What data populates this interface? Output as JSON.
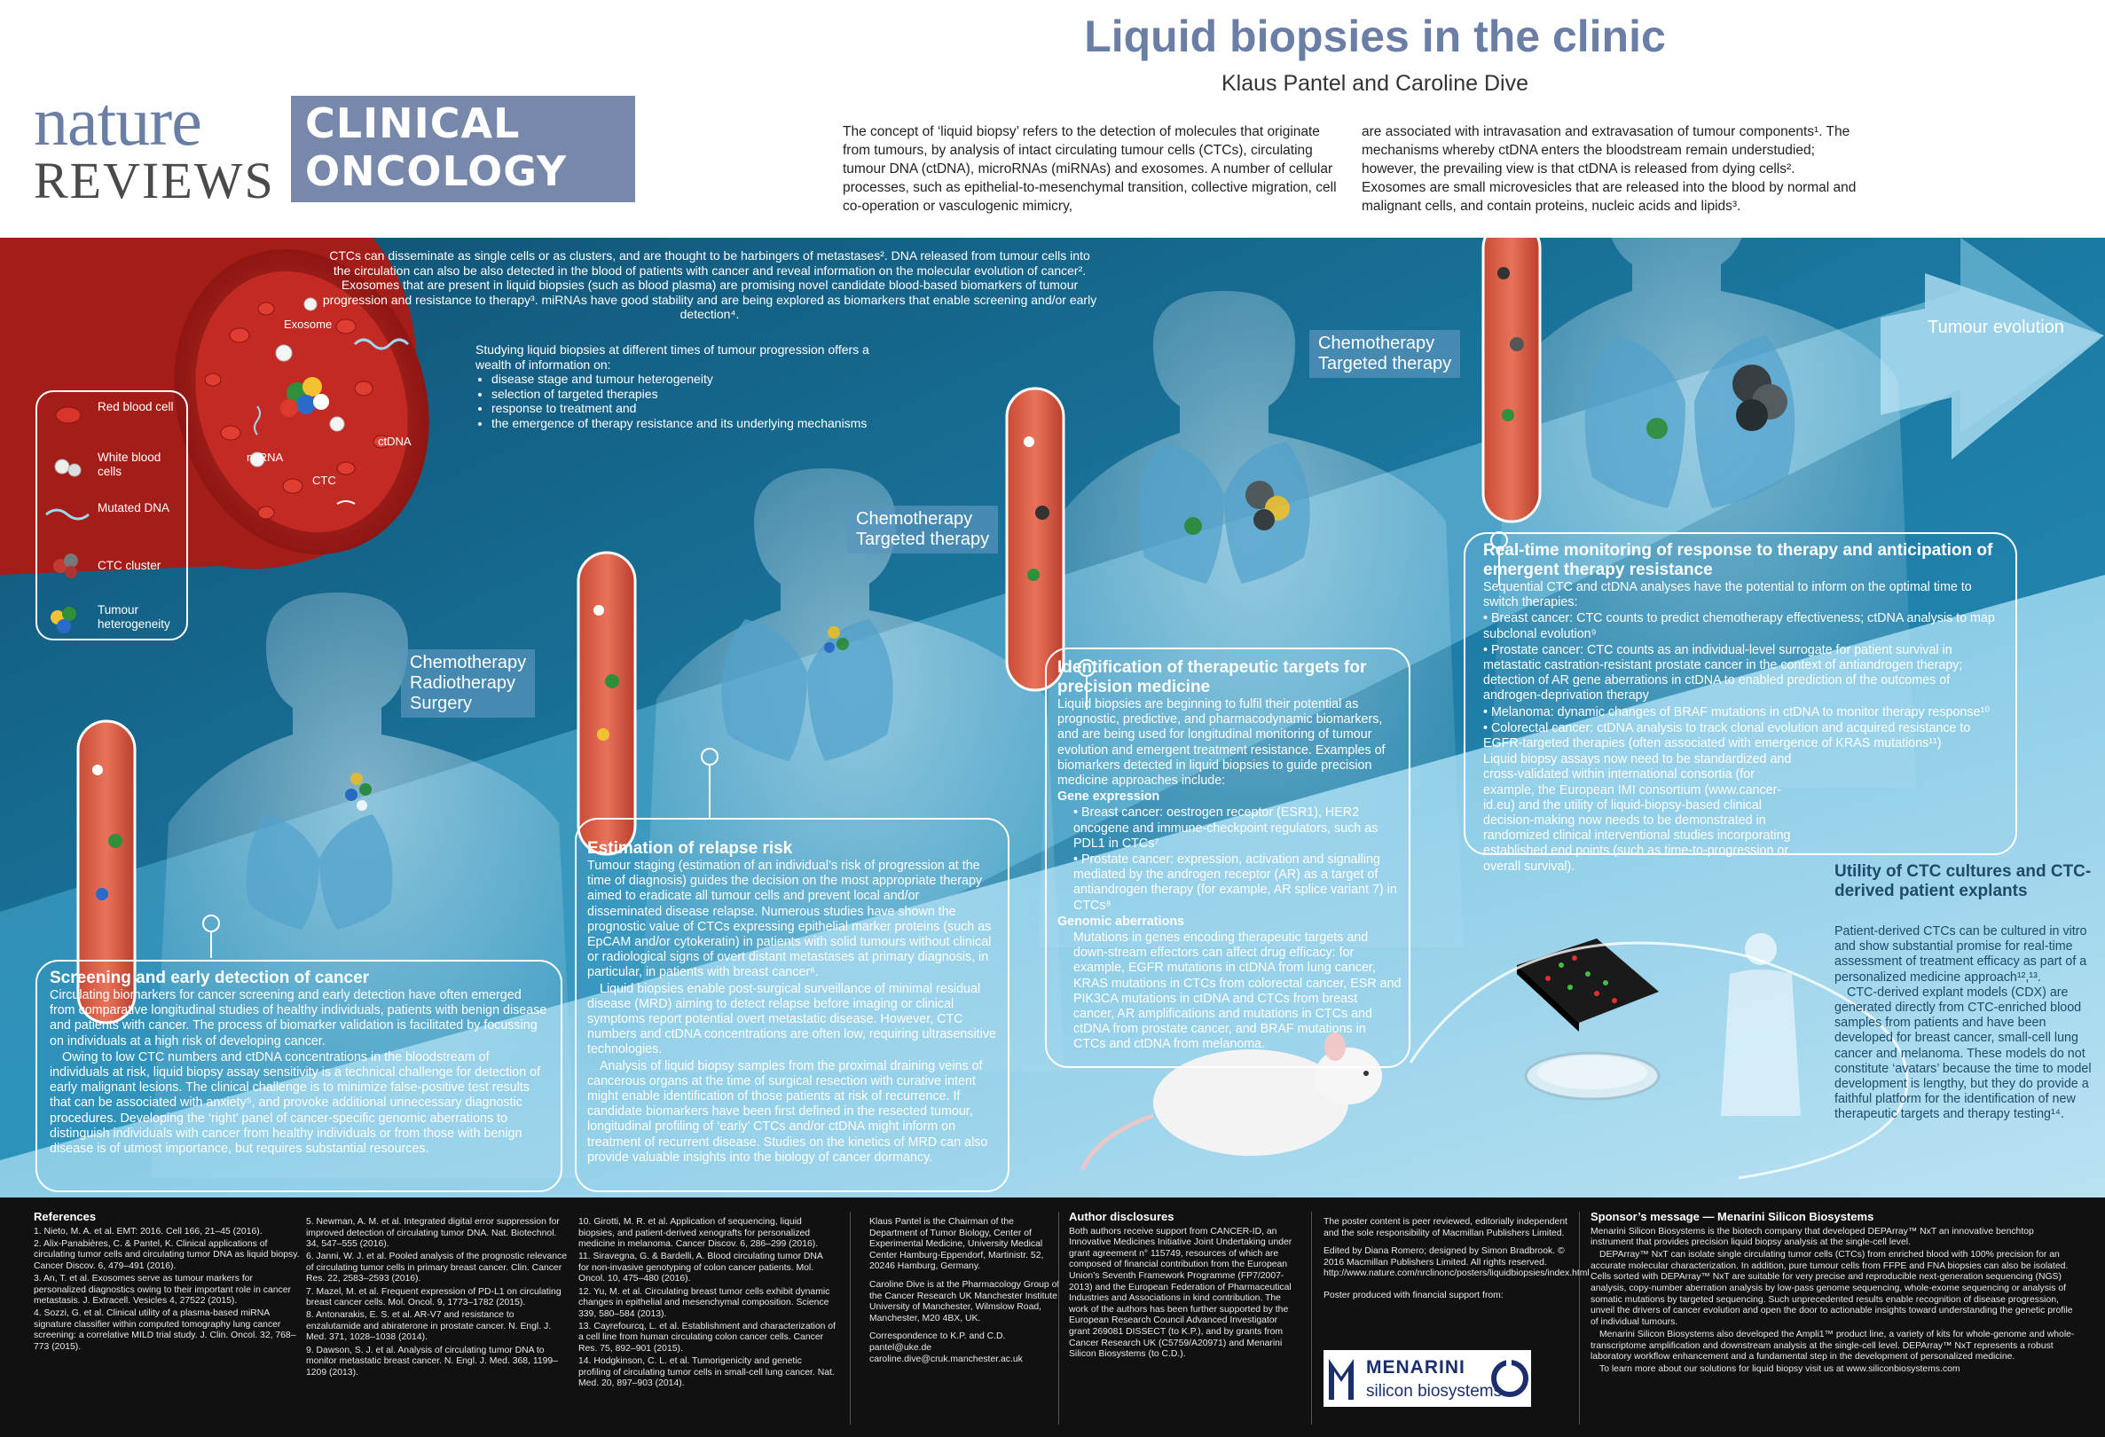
{
  "header": {
    "logo_nature": "nature",
    "logo_reviews": "REVIEWS",
    "logo_clinical": "CLINICAL",
    "logo_oncology": "ONCOLOGY",
    "title": "Liquid biopsies in the clinic",
    "authors": "Klaus Pantel and Caroline Dive",
    "intro_col1": "The concept of ‘liquid biopsy’ refers to the detection of molecules that originate from tumours, by analysis of intact circulating tumour cells (CTCs), circulating tumour DNA (ctDNA), microRNAs (miRNAs) and exosomes. A number of cellular processes, such as epithelial-to-mesenchymal transition, collective migration, cell co-operation or vasculogenic mimicry,",
    "intro_col2": "are associated with intravasation and extravasation of tumour components¹. The mechanisms whereby ctDNA enters the bloodstream remain understudied; however, the prevailing view is that ctDNA is released from dying cells². Exosomes are small microvesicles that are released into the blood by normal and malignant cells, and contain proteins, nucleic acids and lipids³."
  },
  "colors": {
    "brand_blue": "#6b7fa6",
    "teal_dark": "#155a7a",
    "teal_light": "#3a9ec4",
    "vessel_red": "#b8201c",
    "footer_bg": "#111111"
  },
  "vessel": {
    "labels": {
      "exosome": "Exosome",
      "ctdna": "ctDNA",
      "mirna": "miRNA",
      "ctc": "CTC"
    }
  },
  "legend": {
    "items": [
      "Red blood cell",
      "White blood cells",
      "Mutated DNA",
      "CTC cluster",
      "Tumour heterogeneity"
    ]
  },
  "ctc_intro": "CTCs can disseminate as single cells or as clusters, and are thought to be harbingers of metastases². DNA released from tumour cells into the circulation can also be also detected in the blood of patients with cancer and reveal information on the molecular evolution of cancer². Exosomes that are present in liquid biopsies (such as blood plasma) are promising novel candidate blood-based biomarkers of tumour progression and resistance to therapy³. miRNAs have good stability and are being explored as biomarkers that enable screening and/or early detection⁴.",
  "studying": {
    "lead": "Studying liquid biopsies at different times of tumour progression offers a wealth of information on:",
    "items": [
      "disease stage and tumour heterogeneity",
      "selection of targeted therapies",
      "response to treatment and",
      "the emergence of therapy resistance and its underlying mechanisms"
    ]
  },
  "therapy_labels": {
    "t1": [
      "Chemotherapy",
      "Radiotherapy",
      "Surgery"
    ],
    "t2": [
      "Chemotherapy",
      "Targeted therapy"
    ],
    "t3": [
      "Chemotherapy",
      "Targeted therapy"
    ]
  },
  "tumour_evolution": "Tumour evolution",
  "screening": {
    "title": "Screening and early detection of cancer",
    "p1": "Circulating biomarkers for cancer screening and early detection have often emerged from comparative longitudinal studies of healthy individuals, patients with benign disease and patients with cancer. The process of biomarker validation is facilitated by focussing on individuals at a high risk of developing cancer.",
    "p2": "Owing to low CTC numbers and ctDNA concentrations in the bloodstream of individuals at risk, liquid biopsy assay sensitivity is a technical challenge for detection of early malignant lesions. The clinical challenge is to minimize false-positive test results that can be associated with anxiety⁵, and provoke additional unnecessary diagnostic procedures. Developing the ‘right’ panel of cancer-specific genomic aberrations to distinguish individuals with cancer from healthy individuals or from those with benign disease is of utmost importance, but requires substantial resources."
  },
  "relapse": {
    "title": "Estimation of relapse risk",
    "p1": "Tumour staging (estimation of an individual’s risk of progression at the time of diagnosis) guides the decision on the most appropriate therapy aimed to eradicate all tumour cells and prevent local and/or disseminated disease relapse. Numerous studies have shown the prognostic value of CTCs expressing epithelial marker proteins (such as EpCAM and/or cytokeratin) in patients with solid tumours without clinical or radiological signs of overt distant metastases at primary diagnosis, in particular, in patients with breast cancer⁶.",
    "p2": "Liquid biopsies enable post-surgical surveillance of minimal residual disease (MRD) aiming to detect relapse before imaging or clinical symptoms report potential overt metastatic disease. However, CTC numbers and ctDNA concentrations are often low, requiring ultrasensitive technologies.",
    "p3": "Analysis of liquid biopsy samples from the proximal draining veins of cancerous organs at the time of surgical resection with curative intent might enable identification of those patients at risk of recurrence. If candidate biomarkers have been first defined in the resected tumour, longitudinal profiling of ‘early’ CTCs and/or ctDNA might inform on treatment of recurrent disease. Studies on the kinetics of MRD can also provide valuable insights into the biology of cancer dormancy."
  },
  "targets": {
    "title": "Identification of therapeutic targets for precision medicine",
    "p1": "Liquid biopsies are beginning to fulfil their potential as prognostic, predictive, and pharmacodynamic biomarkers, and are being used for longitudinal monitoring of tumour evolution and emergent treatment resistance. Examples of biomarkers detected in liquid biopsies to guide precision medicine approaches include:",
    "h1": "Gene expression",
    "b1": "• Breast cancer: oestrogen receptor (ESR1), HER2 oncogene and immune-checkpoint regulators, such as PDL1 in CTCs⁷",
    "b2": "• Prostate cancer: expression, activation and signalling mediated by the androgen receptor (AR) as a target of antiandrogen therapy (for example, AR splice variant 7) in CTCs⁸",
    "h2": "Genomic aberrations",
    "b3": "Mutations in genes encoding therapeutic targets and down-stream effectors can affect drug efficacy: for example, EGFR mutations in ctDNA from lung cancer, KRAS mutations in CTCs from colorectal cancer, ESR and PIK3CA mutations in ctDNA and CTCs from breast cancer, AR amplifications and mutations in CTCs and ctDNA from prostate cancer, and BRAF mutations in CTCs and ctDNA from melanoma."
  },
  "monitoring": {
    "title": "Real-time monitoring of response to therapy and anticipation of emergent therapy resistance",
    "p1": "Sequential CTC and ctDNA analyses have the potential to inform on the optimal time to switch therapies:",
    "b1": "• Breast cancer: CTC counts to predict chemotherapy effectiveness; ctDNA analysis to map subclonal evolution⁹",
    "b2": "• Prostate cancer: CTC counts as an individual-level surrogate for patient survival in metastatic castration-resistant prostate cancer in the context of antiandrogen therapy; detection of AR gene aberrations in ctDNA to enabled prediction of the outcomes of androgen-deprivation therapy",
    "b3": "• Melanoma: dynamic changes of BRAF mutations in ctDNA to monitor therapy response¹⁰",
    "b4": "• Colorectal cancer: ctDNA analysis to track clonal evolution and acquired resistance to EGFR-targeted therapies (often associated with emergence of KRAS mutations¹¹)",
    "p2": "Liquid biopsy assays now need to be standardized and cross-validated within international consortia (for example, the European IMI consortium (www.cancer-id.eu) and the utility of liquid-biopsy-based clinical decision-making now needs to be demonstrated in randomized clinical interventional studies incorporating established end points (such as time-to-progression or overall survival)."
  },
  "utility": {
    "title": "Utility of CTC cultures and CTC-derived patient explants",
    "p1": "Patient-derived CTCs can be cultured in vitro and show substantial promise for real-time assessment of treatment efficacy as part of a personalized medicine approach¹²,¹³.",
    "p2": "CTC-derived explant models (CDX) are generated directly from CTC-enriched blood samples from patients and have been developed for breast cancer, small-cell lung cancer and melanoma. These models do not constitute ‘avatars’ because the time to model development is lengthy, but they do provide a faithful platform for the identification of new therapeutic targets and therapy testing¹⁴."
  },
  "footer": {
    "refs_head": "References",
    "refs_col1": [
      "1. Nieto, M. A. et al. EMT: 2016. Cell 166, 21–45 (2016).",
      "2. Alix-Panabières, C. & Pantel, K. Clinical applications of circulating tumor cells and circulating tumor DNA as liquid biopsy. Cancer Discov. 6, 479–491 (2016).",
      "3. An, T. et al. Exosomes serve as tumour markers for personalized diagnostics owing to their important role in cancer metastasis. J. Extracell. Vesicles 4, 27522 (2015).",
      "4. Sozzi, G. et al. Clinical utility of a plasma-based miRNA signature classifier within computed tomography lung cancer screening: a correlative MILD trial study. J. Clin. Oncol. 32, 768–773 (2015)."
    ],
    "refs_col2": [
      "5. Newman, A. M. et al. Integrated digital error suppression for improved detection of circulating tumor DNA. Nat. Biotechnol. 34, 547–555 (2016).",
      "6. Janni, W. J. et al. Pooled analysis of the prognostic relevance of circulating tumor cells in primary breast cancer. Clin. Cancer Res. 22, 2583–2593 (2016).",
      "7. Mazel, M. et al. Frequent expression of PD-L1 on circulating breast cancer cells. Mol. Oncol. 9, 1773–1782 (2015).",
      "8. Antonarakis, E. S. et al. AR-V7 and resistance to enzalutamide and abiraterone in prostate cancer. N. Engl. J. Med. 371, 1028–1038 (2014).",
      "9. Dawson, S. J. et al. Analysis of circulating tumor DNA to monitor metastatic breast cancer. N. Engl. J. Med. 368, 1199–1209 (2013)."
    ],
    "refs_col3": [
      "10. Girotti, M. R. et al. Application of sequencing, liquid biopsies, and patient-derived xenografts for personalized medicine in melanoma. Cancer Discov. 6, 286–299 (2016).",
      "11. Siravegna, G. & Bardelli, A. Blood circulating tumor DNA for non-invasive genotyping of colon cancer patients. Mol. Oncol. 10, 475–480 (2016).",
      "12. Yu, M. et al. Circulating breast tumor cells exhibit dynamic changes in epithelial and mesenchymal composition. Science 339, 580–584 (2013).",
      "13. Cayrefourcq, L. et al. Establishment and characterization of a cell line from human circulating colon cancer cells. Cancer Res. 75, 892–901 (2015).",
      "14. Hodgkinson, C. L. et al. Tumorigenicity and genetic profiling of circulating tumor cells in small-cell lung cancer. Nat. Med. 20, 897–903 (2014)."
    ],
    "affil_p1": "Klaus Pantel is the Chairman of the Department of Tumor Biology, Center of Experimental Medicine, University Medical Center Hamburg-Eppendorf, Martinistr. 52, 20246 Hamburg, Germany.",
    "affil_p2": "Caroline Dive is at the Pharmacology Group of the Cancer Research UK Manchester Institute, University of Manchester, Wilmslow Road, Manchester, M20 4BX, UK.",
    "affil_p3": "Correspondence to K.P. and C.D. pantel@uke.de caroline.dive@cruk.manchester.ac.uk",
    "disclosures_head": "Author disclosures",
    "disclosures": "Both authors receive support from CANCER-ID, an Innovative Medicines Initiative Joint Undertaking under grant agreement n° 115749, resources of which are composed of financial contribution from the European Union’s Seventh Framework Programme (FP7/2007-2013) and the European Federation of Pharmaceutical Industries and Associations in kind contribution. The work of the authors has been further supported by the European Research Council Advanced Investigator grant 269081 DISSECT (to K.P.), and by grants from Cancer Research UK (C5759/A20971) and Menarini Silicon Biosystems (to C.D.).",
    "review_p1": "The poster content is peer reviewed, editorially independent and the sole responsibility of Macmillan Publishers Limited.",
    "review_p2": "Edited by Diana Romero; designed by Simon Bradbrook. © 2016 Macmillan Publishers Limited. All rights reserved. http://www.nature.com/nrclinonc/posters/liquidbiopsies/index.html",
    "produced": "Poster produced with financial support from:",
    "menarini_1": "MENARINI",
    "menarini_2": "silicon biosystems",
    "sponsor_head": "Sponsor’s message — Menarini Silicon Biosystems",
    "sponsor_p1": "Menarini Silicon Biosystems is the biotech company that developed DEPArray™ NxT an innovative benchtop instrument that provides precision liquid biopsy analysis at the single-cell level.",
    "sponsor_p2": "DEPArray™ NxT can isolate single circulating tumor cells (CTCs) from enriched blood with 100% precision for an accurate molecular characterization. In addition, pure tumour cells from FFPE and FNA biopsies can also be isolated. Cells sorted with DEPArray™ NxT are suitable for very precise and reproducible next-generation sequencing (NGS) analysis, copy-number aberration analysis by low-pass genome sequencing, whole-exome sequencing or analysis of somatic mutations by targeted sequencing. Such unprecedented results enable recognition of disease progression, unveil the drivers of cancer evolution and open the door to actionable insights toward understanding the genetic profile of individual tumours.",
    "sponsor_p3": "Menarini Silicon Biosystems also developed the Ampli1™ product line, a variety of kits for whole-genome and whole-transcriptome amplification and downstream analysis at the single-cell level. DEPArray™ NxT represents a robust laboratory workflow enhancement and a fundamental step in the development of personalized medicine.",
    "sponsor_p4": "To learn more about our solutions for liquid biopsy visit us at www.siliconbiosystems.com"
  }
}
